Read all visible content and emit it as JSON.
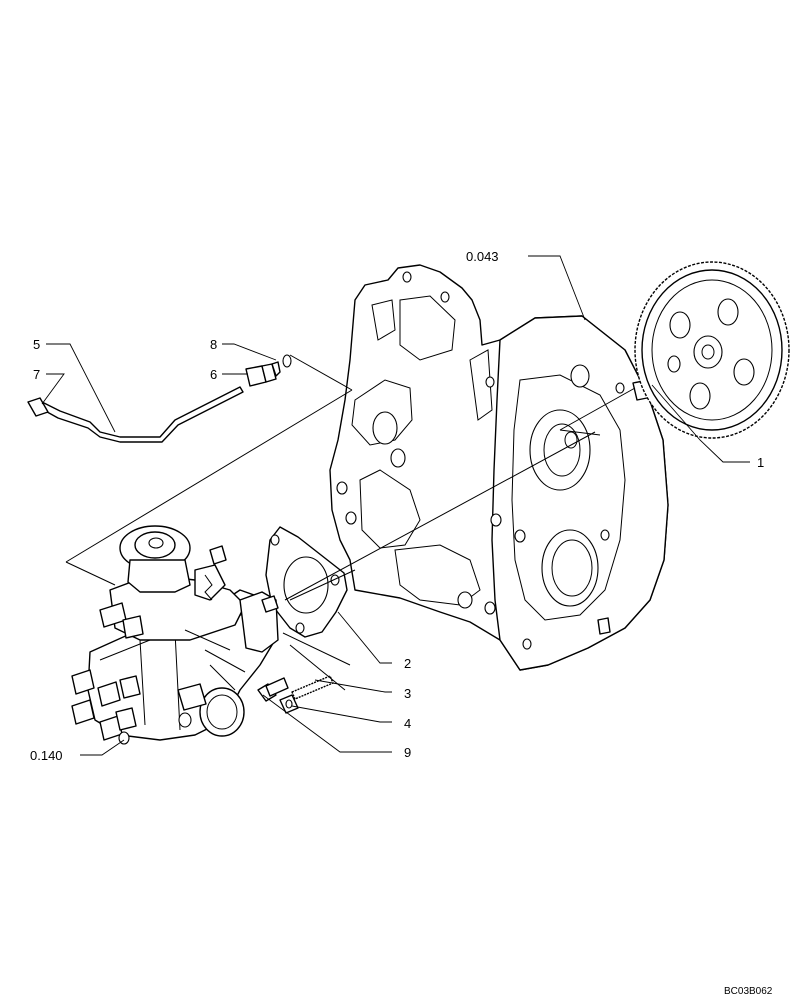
{
  "labels": {
    "housing": "0.043",
    "gear": "1",
    "gasket": "2",
    "stud": "3",
    "nut": "4",
    "pipe": "5",
    "union": "6",
    "pipe_fitting": "7",
    "washer": "8",
    "bolt": "9",
    "pump": "0.140"
  },
  "reference": "BC03B062"
}
